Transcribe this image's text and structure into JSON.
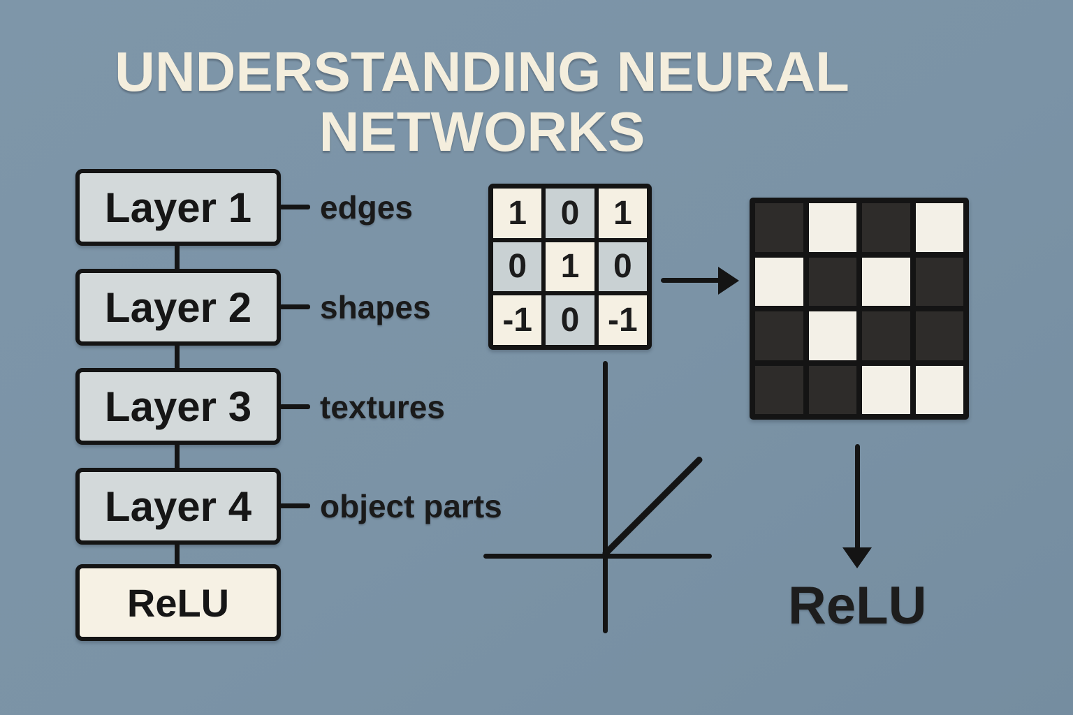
{
  "title": {
    "line1": "UNDERSTANDING NEURAL",
    "line2": "NETWORKS"
  },
  "flowchart": {
    "layers": [
      {
        "label": "Layer 1",
        "annotation": "edges"
      },
      {
        "label": "Layer 2",
        "annotation": "shapes"
      },
      {
        "label": "Layer 3",
        "annotation": "textures"
      },
      {
        "label": "Layer 4",
        "annotation": "object parts"
      },
      {
        "label": "ReLU",
        "annotation": ""
      }
    ]
  },
  "kernel_matrix": {
    "rows": [
      [
        "1",
        "0",
        "1"
      ],
      [
        "0",
        "1",
        "0"
      ],
      [
        "-1",
        "0",
        "-1"
      ]
    ],
    "shading": [
      [
        "cream",
        "gray",
        "cream"
      ],
      [
        "gray",
        "cream",
        "gray"
      ],
      [
        "cream",
        "gray",
        "cream"
      ]
    ]
  },
  "feature_grid": {
    "rows": [
      [
        "dark",
        "light",
        "dark",
        "light"
      ],
      [
        "light",
        "dark",
        "light",
        "dark"
      ],
      [
        "dark",
        "light",
        "dark",
        "dark"
      ],
      [
        "dark",
        "dark",
        "light",
        "light"
      ]
    ]
  },
  "relu_label": "ReLU",
  "colors": {
    "background": "#7b93a6",
    "box_gray": "#d3d9da",
    "box_cream": "#f6f1e4",
    "matrix_cream": "#f5f0e3",
    "matrix_gray": "#c9d1d3",
    "grid_dark": "#2e2c2a",
    "grid_light": "#f3f0e7",
    "line_black": "#141414",
    "title_cream": "#f4eedd",
    "text_black": "#1a1a1a"
  }
}
